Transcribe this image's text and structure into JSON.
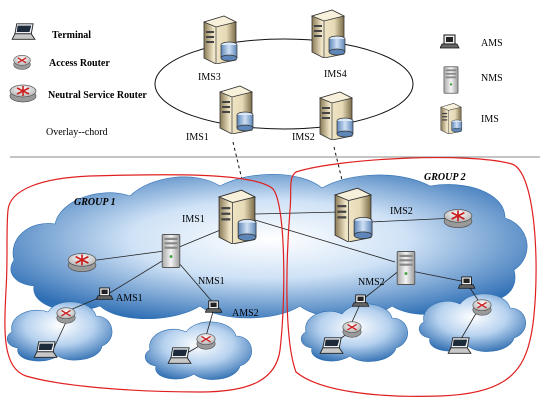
{
  "legend": {
    "terminal": "Terminal",
    "access_router": "Access Router",
    "neutral_service_router": "Neutral Service Router",
    "overlay": "Overlay--chord",
    "ams": "AMS",
    "nms": "NMS",
    "ims": "IMS"
  },
  "overlay_ring": {
    "ims1": "IMS1",
    "ims2": "IMS2",
    "ims3": "IMS3",
    "ims4": "IMS4"
  },
  "group1": {
    "title": "GROUP 1",
    "ims": "IMS1",
    "nms": "NMS1",
    "ams1": "AMS1",
    "ams2": "AMS2"
  },
  "group2": {
    "title": "GROUP 2",
    "ims": "IMS2",
    "nms": "NMS2"
  },
  "colors": {
    "group_outline": "#e02020",
    "cloud_dark": "#3d7fc0",
    "cloud_light": "#ffffff",
    "router_red": "#cc1f1f"
  },
  "icons": [
    "terminal-icon",
    "access-router-icon",
    "neutral-service-router-icon",
    "server-icon",
    "ams-icon",
    "nms-icon",
    "ims-icon"
  ]
}
